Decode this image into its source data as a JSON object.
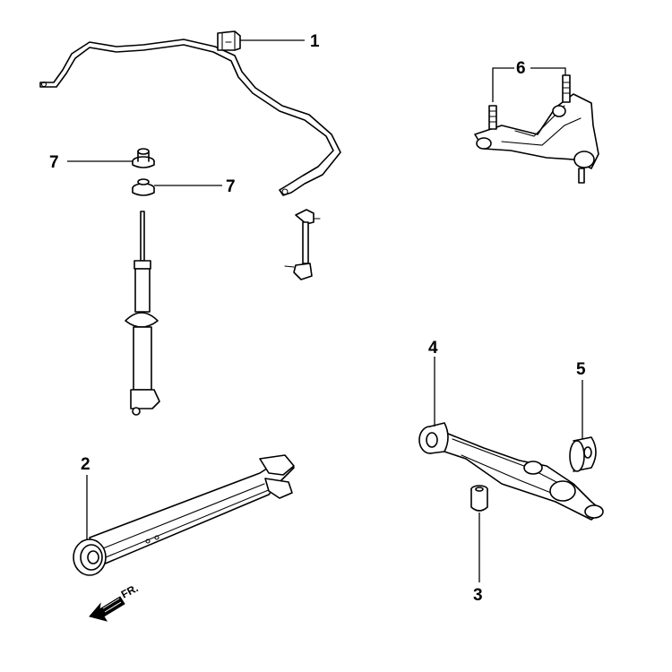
{
  "callouts": {
    "c1": "1",
    "c2": "2",
    "c3": "3",
    "c4": "4",
    "c5": "5",
    "c6": "6",
    "c7a": "7",
    "c7b": "7"
  },
  "direction": {
    "label": "FR."
  }
}
